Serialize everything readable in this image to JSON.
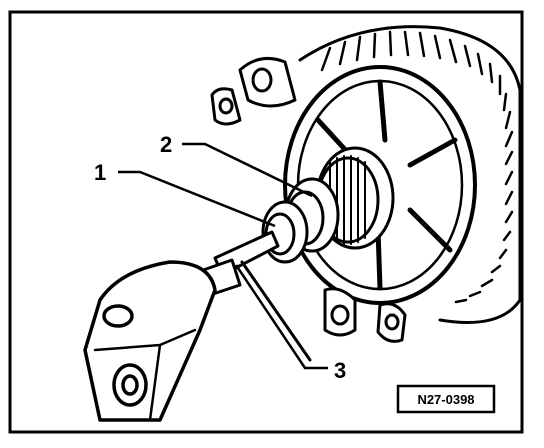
{
  "callouts": [
    {
      "label": "1"
    },
    {
      "label": "2"
    },
    {
      "label": "3"
    }
  ],
  "reference_code": "N27-0398"
}
